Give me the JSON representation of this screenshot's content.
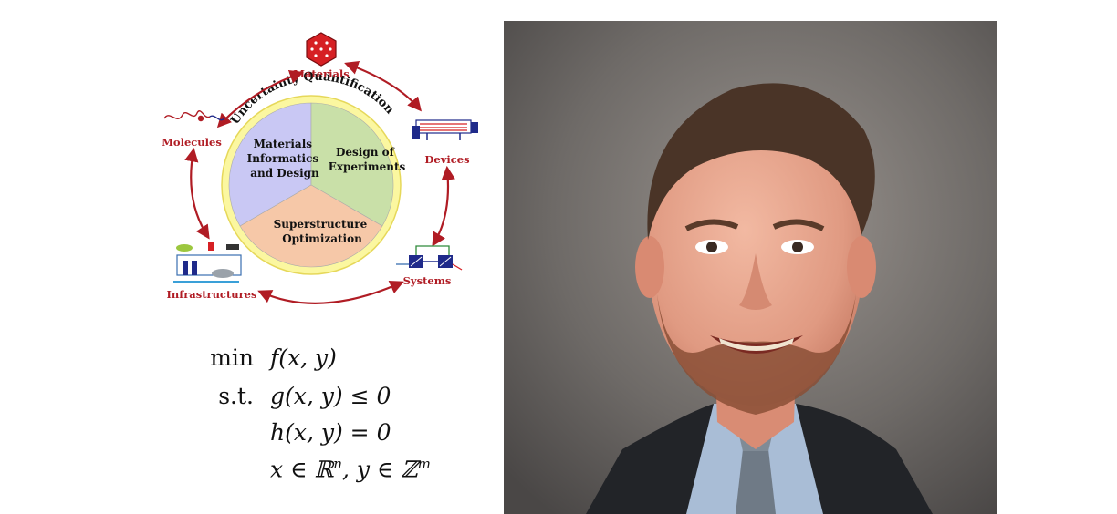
{
  "diagram": {
    "nodes": {
      "materials": "Materials",
      "molecules": "Molecules",
      "devices": "Devices",
      "infrastructures": "Infrastructures",
      "systems": "Systems"
    },
    "ring_label": "Uncertainty Quantification",
    "wedges": {
      "informatics": [
        "Materials",
        "Informatics",
        "and Design"
      ],
      "experiments": [
        "Design of",
        "Experiments"
      ],
      "optimization": [
        "Superstructure",
        "Optimization"
      ]
    },
    "colors": {
      "accent_red": "#b01c24",
      "ring_yellow": "#fbf7a0",
      "informatics": "#c9c8f4",
      "experiments": "#c9e0a8",
      "optimization": "#f6c8a8"
    }
  },
  "formula": {
    "rows": [
      {
        "key": "min",
        "expr": "f(x, y)"
      },
      {
        "key": "s.t.",
        "expr": "g(x, y) ≤ 0"
      },
      {
        "key": "",
        "expr": "h(x, y) = 0"
      },
      {
        "key": "",
        "expr_parts": [
          "x ∈ ℝ",
          "n",
          ",  y ∈ ℤ",
          "m"
        ]
      }
    ]
  }
}
